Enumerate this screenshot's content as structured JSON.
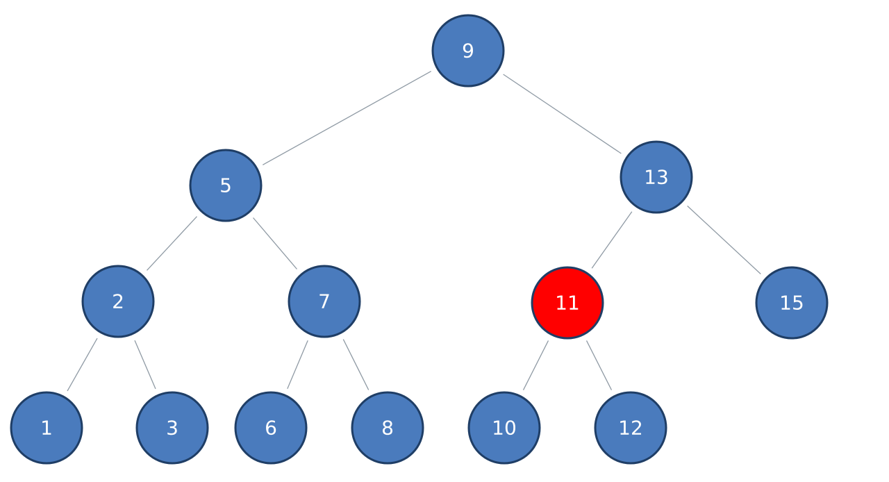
{
  "tree": {
    "colors": {
      "node_fill": "#4a7bbd",
      "node_stroke": "#1f3e66",
      "highlight_fill": "#ff0000",
      "edge": "#8f9aa4",
      "label": "#ffffff"
    },
    "nodes": [
      {
        "id": "n9",
        "label": "9",
        "highlighted": false
      },
      {
        "id": "n5",
        "label": "5",
        "highlighted": false
      },
      {
        "id": "n13",
        "label": "13",
        "highlighted": false
      },
      {
        "id": "n2",
        "label": "2",
        "highlighted": false
      },
      {
        "id": "n7",
        "label": "7",
        "highlighted": false
      },
      {
        "id": "n11",
        "label": "11",
        "highlighted": true
      },
      {
        "id": "n15",
        "label": "15",
        "highlighted": false
      },
      {
        "id": "n1",
        "label": "1",
        "highlighted": false
      },
      {
        "id": "n3",
        "label": "3",
        "highlighted": false
      },
      {
        "id": "n6",
        "label": "6",
        "highlighted": false
      },
      {
        "id": "n8",
        "label": "8",
        "highlighted": false
      },
      {
        "id": "n10",
        "label": "10",
        "highlighted": false
      },
      {
        "id": "n12",
        "label": "12",
        "highlighted": false
      }
    ],
    "edges": [
      {
        "from": "n9",
        "to": "n5"
      },
      {
        "from": "n9",
        "to": "n13"
      },
      {
        "from": "n5",
        "to": "n2"
      },
      {
        "from": "n5",
        "to": "n7"
      },
      {
        "from": "n13",
        "to": "n11"
      },
      {
        "from": "n13",
        "to": "n15"
      },
      {
        "from": "n2",
        "to": "n1"
      },
      {
        "from": "n2",
        "to": "n3"
      },
      {
        "from": "n7",
        "to": "n6"
      },
      {
        "from": "n7",
        "to": "n8"
      },
      {
        "from": "n11",
        "to": "n10"
      },
      {
        "from": "n11",
        "to": "n12"
      }
    ]
  }
}
